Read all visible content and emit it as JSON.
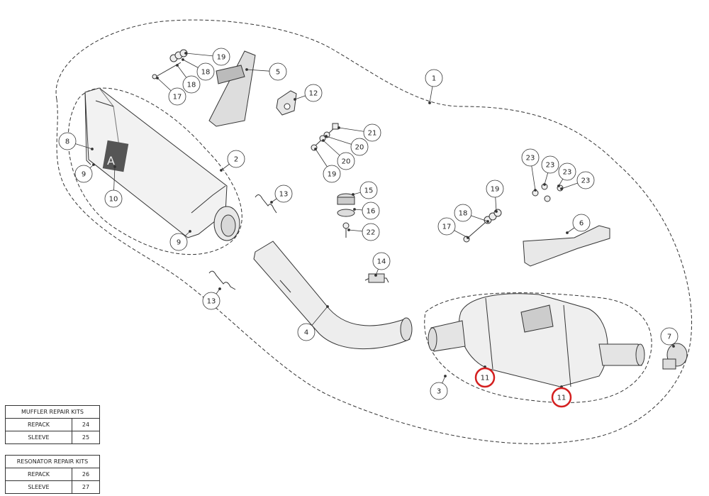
{
  "callouts": {
    "c1": "1",
    "c2": "2",
    "c3": "3",
    "c4": "4",
    "c5": "5",
    "c6": "6",
    "c7": "7",
    "c8": "8",
    "c9a": "9",
    "c9b": "9",
    "c10": "10",
    "c11a": "11",
    "c11b": "11",
    "c12": "12",
    "c13a": "13",
    "c13b": "13",
    "c14": "14",
    "c15": "15",
    "c16": "16",
    "c17a": "17",
    "c17b": "17",
    "c18a": "18",
    "c18b": "18",
    "c18c": "18",
    "c19a": "19",
    "c19b": "19",
    "c19c": "19",
    "c20a": "20",
    "c20b": "20",
    "c21": "21",
    "c22": "22",
    "c23a": "23",
    "c23b": "23",
    "c23c": "23",
    "c23d": "23"
  },
  "highlight_color": "#d42020",
  "muffler_kits": {
    "title": "MUFFLER REPAIR KITS",
    "rows": [
      {
        "label": "REPACK",
        "number": "24"
      },
      {
        "label": "SLEEVE",
        "number": "25"
      }
    ]
  },
  "resonator_kits": {
    "title": "RESONATOR REPAIR KITS",
    "rows": [
      {
        "label": "REPACK",
        "number": "26"
      },
      {
        "label": "SLEEVE",
        "number": "27"
      }
    ]
  }
}
